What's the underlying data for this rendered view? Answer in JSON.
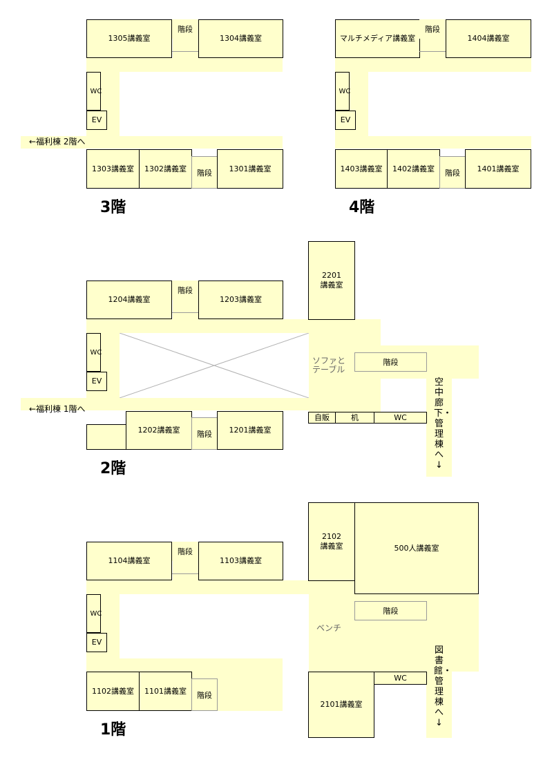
{
  "floor3": {
    "label": "3階",
    "rooms": {
      "r1305": "1305講義室",
      "r1304": "1304講義室",
      "r1303": "1303講義室",
      "r1302": "1302講義室",
      "r1301": "1301講義室"
    },
    "stairs": "階段",
    "wc": "WC",
    "ev": "EV",
    "arrow_text": "←福利棟 2階へ"
  },
  "floor4": {
    "label": "4階",
    "rooms": {
      "multimedia": "マルチメディア講義室",
      "r1404": "1404講義室",
      "r1403": "1403講義室",
      "r1402": "1402講義室",
      "r1401": "1401講義室"
    },
    "stairs": "階段",
    "wc": "WC",
    "ev": "EV"
  },
  "floor2": {
    "label": "2階",
    "rooms": {
      "r2201": "2201\n講義室",
      "r1204": "1204講義室",
      "r1203": "1203講義室",
      "r1202": "1202講義室",
      "r1201": "1201講義室"
    },
    "stairs": "階段",
    "wc": "WC",
    "ev": "EV",
    "sofa": "ソファと\nテーブル",
    "vending": "自販",
    "desk": "机",
    "wc2": "WC",
    "arrow_text": "←福利棟 1階へ",
    "skyway": "空中廊下・管理棟へ↓"
  },
  "floor1": {
    "label": "1階",
    "rooms": {
      "r2102": "2102\n講義室",
      "r500": "500人講義室",
      "r1104": "1104講義室",
      "r1103": "1103講義室",
      "r1102": "1102講義室",
      "r1101": "1101講義室",
      "r2101": "2101講義室"
    },
    "stairs": "階段",
    "wc": "WC",
    "ev": "EV",
    "wc2": "WC",
    "bench": "ベンチ",
    "library": "図書館・管理棟へ↓"
  }
}
